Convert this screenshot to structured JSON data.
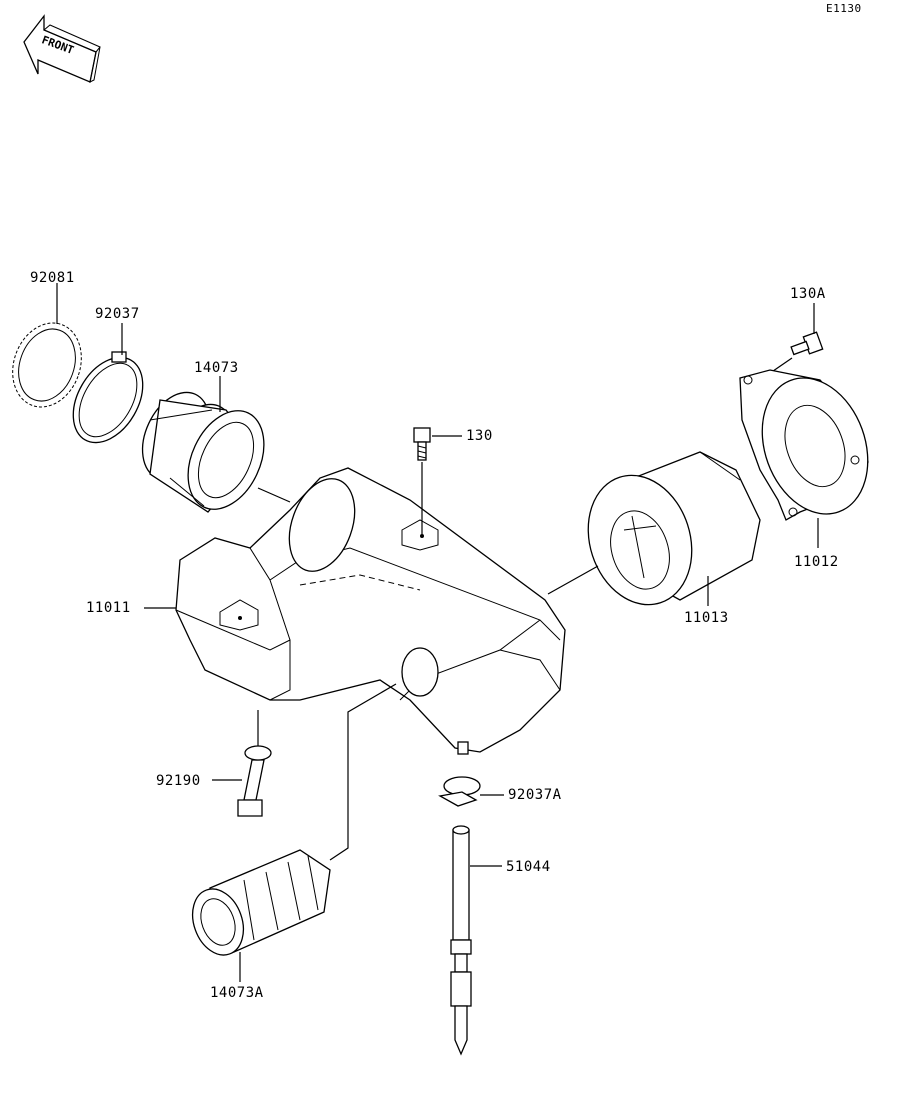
{
  "diagram": {
    "code": "E1130",
    "direction_label": "FRONT",
    "parts": [
      {
        "id": "p-92081",
        "number": "92081"
      },
      {
        "id": "p-92037",
        "number": "92037"
      },
      {
        "id": "p-14073",
        "number": "14073"
      },
      {
        "id": "p-130",
        "number": "130"
      },
      {
        "id": "p-130A",
        "number": "130A"
      },
      {
        "id": "p-11012",
        "number": "11012"
      },
      {
        "id": "p-11013",
        "number": "11013"
      },
      {
        "id": "p-11011",
        "number": "11011"
      },
      {
        "id": "p-92190",
        "number": "92190"
      },
      {
        "id": "p-92037A",
        "number": "92037A"
      },
      {
        "id": "p-51044",
        "number": "51044"
      },
      {
        "id": "p-14073A",
        "number": "14073A"
      }
    ]
  }
}
